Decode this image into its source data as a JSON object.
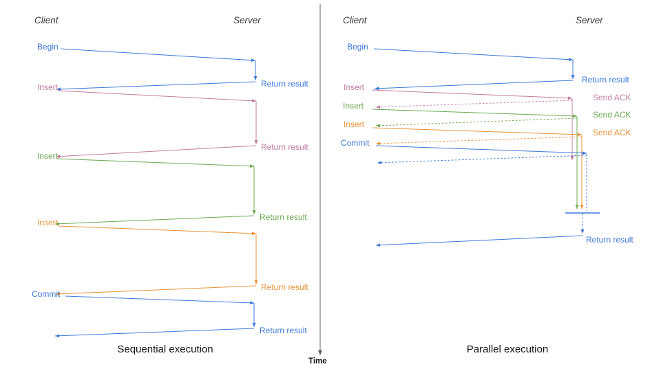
{
  "colors": {
    "blue": "#3c78d8",
    "pink": "#c27ba0",
    "green": "#6aa84f",
    "orange": "#e69138",
    "axis": "#5f5f5f",
    "text": "#111111",
    "actor": "#3b3b3b"
  },
  "time_axis": {
    "label": "Time"
  },
  "sequential": {
    "caption": "Sequential execution",
    "client_label": "Client",
    "server_label": "Server",
    "calls": [
      {
        "request": "Begin",
        "response": "Return result",
        "color": "blue"
      },
      {
        "request": "Insert",
        "response": "Return result",
        "color": "pink"
      },
      {
        "request": "Insert",
        "response": "Return result",
        "color": "green"
      },
      {
        "request": "Insert",
        "response": "Return result",
        "color": "orange"
      },
      {
        "request": "Commit",
        "response": "Return result",
        "color": "blue"
      }
    ]
  },
  "parallel": {
    "caption": "Parallel execution",
    "client_label": "Client",
    "server_label": "Server",
    "calls": [
      {
        "request": "Begin",
        "response": "Return result",
        "color": "blue"
      },
      {
        "request": "Insert",
        "response": "Send ACK",
        "color": "pink"
      },
      {
        "request": "Insert",
        "response": "Send ACK",
        "color": "green"
      },
      {
        "request": "Insert",
        "response": "Send ACK",
        "color": "orange"
      },
      {
        "request": "Commit",
        "response": "Return result",
        "color": "blue"
      }
    ]
  }
}
